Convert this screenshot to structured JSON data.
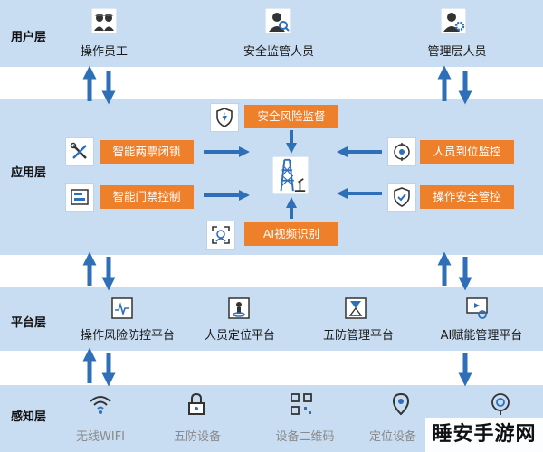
{
  "layers": {
    "user": "用户层",
    "application": "应用层",
    "platform": "平台层",
    "sensing": "感知层"
  },
  "user_layer": {
    "operator": "操作员工",
    "safety_supervisor": "安全监管人员",
    "manager": "管理层人员"
  },
  "application_layer": {
    "risk_monitor": "安全风险监督",
    "smart_ticket_lock": "智能两票闭锁",
    "smart_access": "智能门禁控制",
    "personnel_monitor": "人员到位监控",
    "operation_safety": "操作安全管控",
    "ai_video": "AI视频识别"
  },
  "platform_layer": {
    "risk_control_platform": "操作风险防控平台",
    "positioning_platform": "人员定位平台",
    "five_prevention_platform": "五防管理平台",
    "ai_platform": "AI赋能管理平台"
  },
  "sensing_layer": {
    "wifi": "无线WIFI",
    "five_prevention_device": "五防设备",
    "qr_device": "设备二维码",
    "positioning_device": "定位设备"
  },
  "watermark": "睡安手游网",
  "colors": {
    "band": "#c8dcf2",
    "arrow": "#2e6fb8",
    "accent": "#ee7f2b"
  }
}
